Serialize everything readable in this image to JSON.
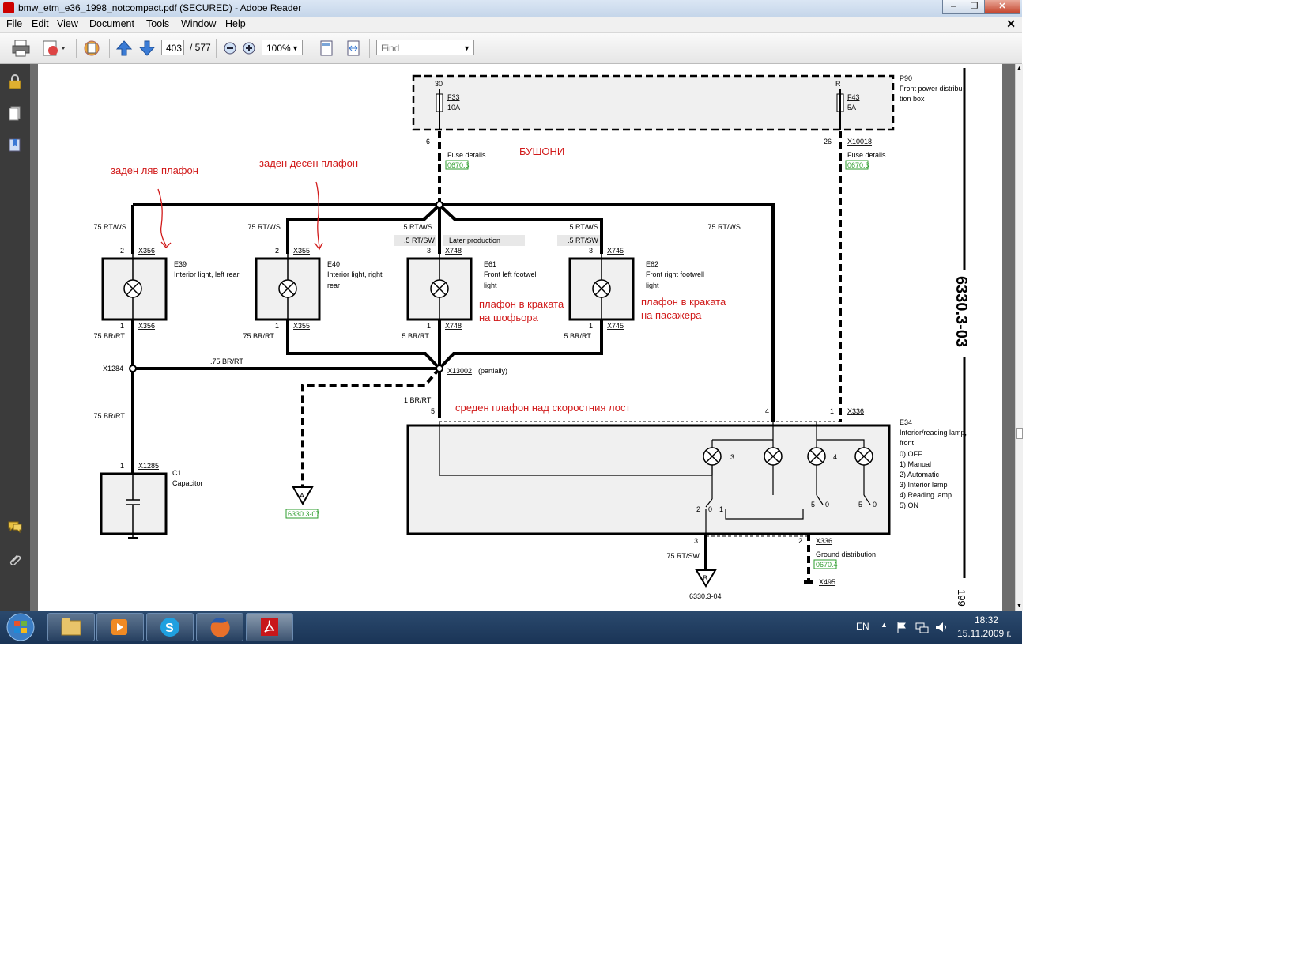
{
  "window": {
    "title": "bmw_etm_e36_1998_notcompact.pdf (SECURED) - Adobe Reader"
  },
  "menu": {
    "items": [
      "File",
      "Edit",
      "View",
      "Document",
      "Tools",
      "Window",
      "Help"
    ]
  },
  "toolbar": {
    "page_current": "403",
    "page_total": "/ 577",
    "zoom": "100%",
    "find_placeholder": "Find"
  },
  "diagram": {
    "page_code": "6330.3-03",
    "page_code_bottom": "199",
    "fusebox": {
      "id": "P90",
      "name": "Front power distribu-\ntion box",
      "term_left": "30",
      "term_right": "R",
      "fuse_left": {
        "id": "F33",
        "rating": "10A"
      },
      "fuse_right": {
        "id": "F43",
        "rating": "5A"
      }
    },
    "pins": {
      "p6": "6",
      "p26": "26",
      "x10018": "X10018",
      "fuse_details": "Fuse details",
      "ref_0670_3": "0670.3"
    },
    "wires": {
      "rtws75": ".75 RT/WS",
      "rtws5": ".5 RT/WS",
      "rtsw5": ".5 RT/SW",
      "brrt75": ".75 BR/RT",
      "brrt5": ".5 BR/RT",
      "brrt1": "1 BR/RT",
      "rtsw75": ".75 RT/SW",
      "later_production": "Later production"
    },
    "components": {
      "e39": {
        "id": "E39",
        "desc": "Interior light, left rear",
        "conn": "X356"
      },
      "e40": {
        "id": "E40",
        "desc1": "Interior light, right",
        "desc2": "rear",
        "conn": "X355"
      },
      "e61": {
        "id": "E61",
        "desc1": "Front left footwell",
        "desc2": "light",
        "conn": "X748"
      },
      "e62": {
        "id": "E62",
        "desc1": "Front right footwell",
        "desc2": "light",
        "conn": "X745"
      },
      "c1": {
        "id": "C1",
        "desc": "Capacitor",
        "conn": "X1285"
      },
      "e34": {
        "id": "E34",
        "desc1": "Interior/reading lamp,",
        "desc2": "front",
        "conn": "X336",
        "modes": [
          "0)   OFF",
          "1)   Manual",
          "2)   Automatic",
          "3)   Interior lamp",
          "4)   Reading lamp",
          "5)   ON"
        ]
      }
    },
    "nodes": {
      "x1284": "X1284",
      "x13002": "X13002",
      "partially": "(partially)",
      "x495": "X495"
    },
    "refs": {
      "a_label": "A",
      "a_ref": "6330.3-07",
      "b_label": "B",
      "b_ref": "6330.3-04",
      "ground": "Ground distribution",
      "ground_ref": "0670.4"
    },
    "annotations": {
      "fuses": "БУШОНИ",
      "left_rear": "заден ляв плафон",
      "right_rear": "заден десен плафон",
      "driver_footwell_1": "плафон в краката",
      "driver_footwell_2": "на шофьора",
      "passenger_footwell_1": "плафон в краката",
      "passenger_footwell_2": "на пасажера",
      "center": "среден плафон над скоростния лост"
    }
  },
  "taskbar": {
    "lang": "EN",
    "time": "18:32",
    "date": "15.11.2009 г."
  },
  "colors": {
    "annotation": "#d11a1a",
    "ref_green": "#2e9e2e",
    "taskbar": "#1f3b60"
  }
}
